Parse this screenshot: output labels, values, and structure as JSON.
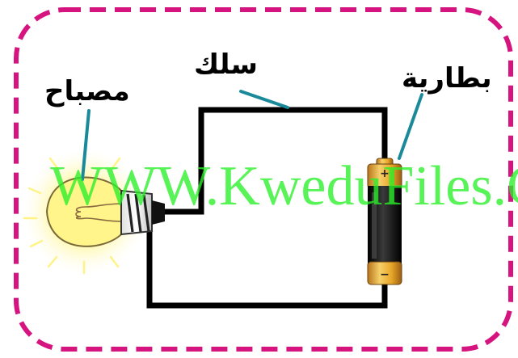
{
  "labels": {
    "lamp": "مصباح",
    "wire": "سلك",
    "battery": "بطارية"
  },
  "battery_marks": {
    "positive": "+",
    "negative": "−"
  },
  "watermark": "WWW.KweduFiles.Com",
  "colors": {
    "frame": "#d6147f",
    "pointer": "#1a8a9a",
    "wire": "#000000",
    "glow": "#fff35a",
    "bulb_glass": "#fff58a",
    "battery_body": "#111111",
    "battery_gold": "#e8a628",
    "watermark": "#2ef02e"
  }
}
